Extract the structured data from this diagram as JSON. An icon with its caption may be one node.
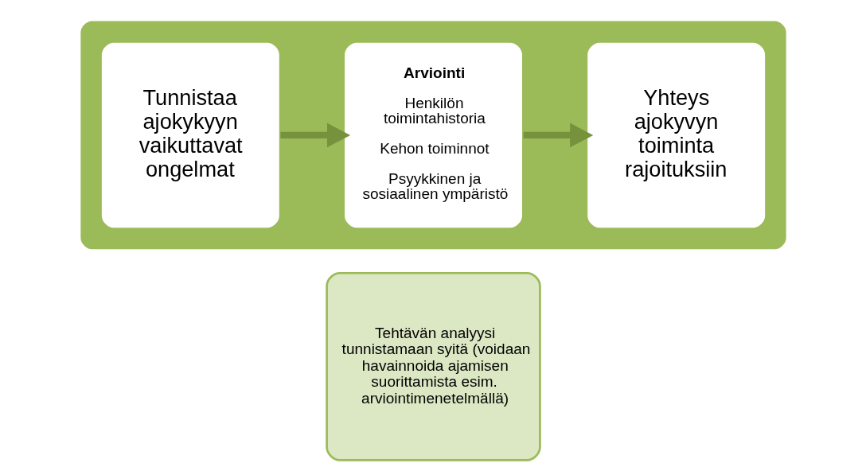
{
  "diagram": {
    "nodes": [
      {
        "text": [
          "Tehtävän analyysi tunnistamaan syitä (voidaan havainnoida ajamisen suorittamista esim. arviointimenetelmällä)"
        ]
      },
      {
        "text": [],
        "shape": "box"
      },
      {
        "text": [
          "Tunnistaa ajokykyyn vaikuttavat ongelmat"
        ],
        "in": 1
      },
      {
        "text": [
          "Arviointi",
          "Henkilön toimintahistoria",
          "Kehon toiminnot",
          "Psyykkinen ja sosiaalinen ympäristö"
        ],
        "in": 1
      },
      {
        "text": [
          "Yhteys ajokyvyn toiminta rajoituksiin"
        ],
        "in": 1
      }
    ],
    "edges": [
      {
        "from": 2,
        "to": 3,
        "arrow": "to"
      },
      {
        "from": 3,
        "to": 4,
        "arrow": "to"
      }
    ]
  }
}
